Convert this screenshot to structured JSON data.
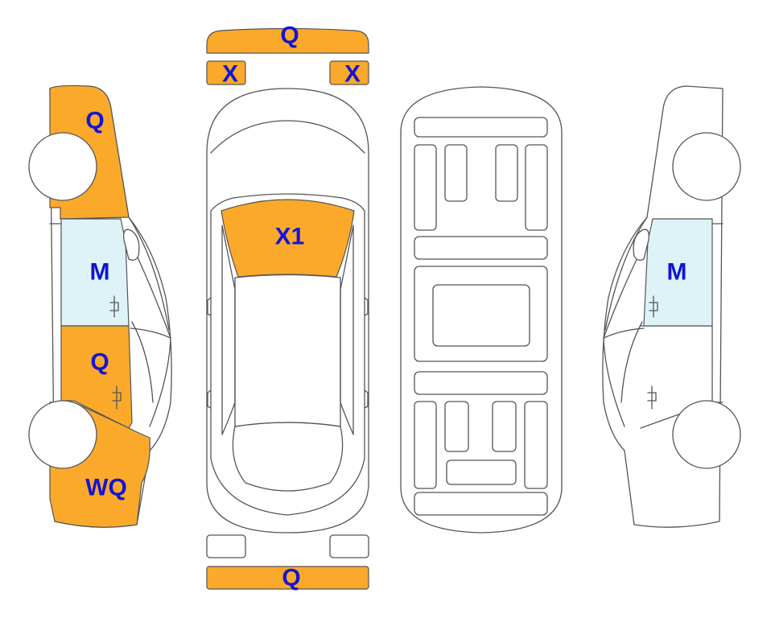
{
  "colors": {
    "damage": "#FBA92B",
    "glass": "#DDF3F8",
    "label": "#1414D2",
    "outline": "#555555"
  },
  "front_bumper": {
    "code": "Q"
  },
  "front_lights": {
    "left_code": "X",
    "right_code": "X"
  },
  "rear_bumper": {
    "code": "Q"
  },
  "top_view": {
    "hood_code": "X1"
  },
  "left_side": {
    "front_fender_code": "Q",
    "front_door_glass_code": "M",
    "front_door_code": "Q",
    "rear_quarter_code": "WQ"
  },
  "right_side": {
    "front_door_glass_code": "M"
  }
}
